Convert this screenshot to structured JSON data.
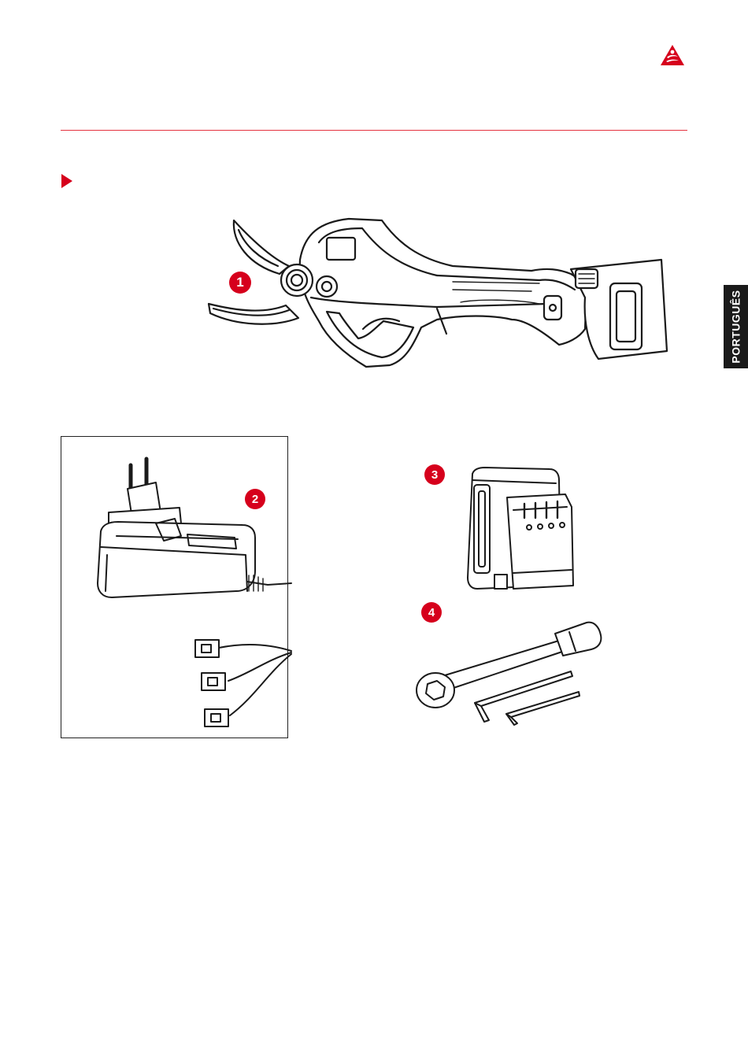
{
  "sidebar": {
    "language_tab": "PORTUGUÊS"
  },
  "brand": {
    "logo_icon": "brand-logo-icon",
    "accent_color": "#d6001c"
  },
  "figures": {
    "pruner_badge": "1",
    "charger_badge": "2",
    "battery_badge": "3",
    "tools_badge": "4"
  }
}
